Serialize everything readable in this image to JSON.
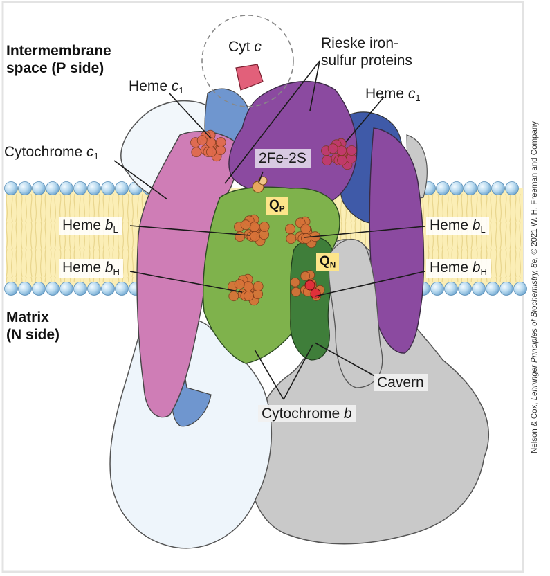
{
  "regions": {
    "intermembrane_line1": "Intermembrane",
    "intermembrane_line2": "space (",
    "p_letter": "P",
    "p_side_suffix": " side)",
    "matrix_line1": "Matrix",
    "n_paren_open": "(",
    "n_letter": "N",
    "n_side_suffix": " side)"
  },
  "labels": {
    "cyt_c_prefix": "Cyt ",
    "cyt_c_italic": "c",
    "rieske_line1": "Rieske iron-",
    "rieske_line2": "sulfur proteins",
    "heme_prefix": "Heme ",
    "heme_c_italic": "c",
    "c1_sub": "1",
    "cytochrome_c1_prefix": "Cytochrome ",
    "fe2s": "2Fe-2S",
    "b_italic": "b",
    "L_sub": "L",
    "H_sub": "H",
    "cavern": "Cavern",
    "cytochrome_b_prefix": "Cytochrome "
  },
  "tags": {
    "q": "Q",
    "p_sub": "P",
    "n_sub": "N"
  },
  "credit": {
    "prefix": "Nelson & Cox, ",
    "book": "Lehninger Principles of Biochemistry, 8e,",
    "suffix": " © 2021 W. H. Freeman and Company"
  },
  "colors": {
    "rieske_purple": "#8b4aa0",
    "cyt_c1_pink": "#cf7db6",
    "cyt_b_green": "#7fb24c",
    "cyt_b_dark_green": "#3f7e3a",
    "core_gray": "#c9c9c9",
    "core_light": "#eef5fb",
    "blue_subunit": "#6f96cf",
    "heme_orange": "#d87238",
    "membrane_yellow": "#fbeeb6",
    "lipid_head_blue": "#a8cde8",
    "cyt_c_red": "#e2607a"
  }
}
